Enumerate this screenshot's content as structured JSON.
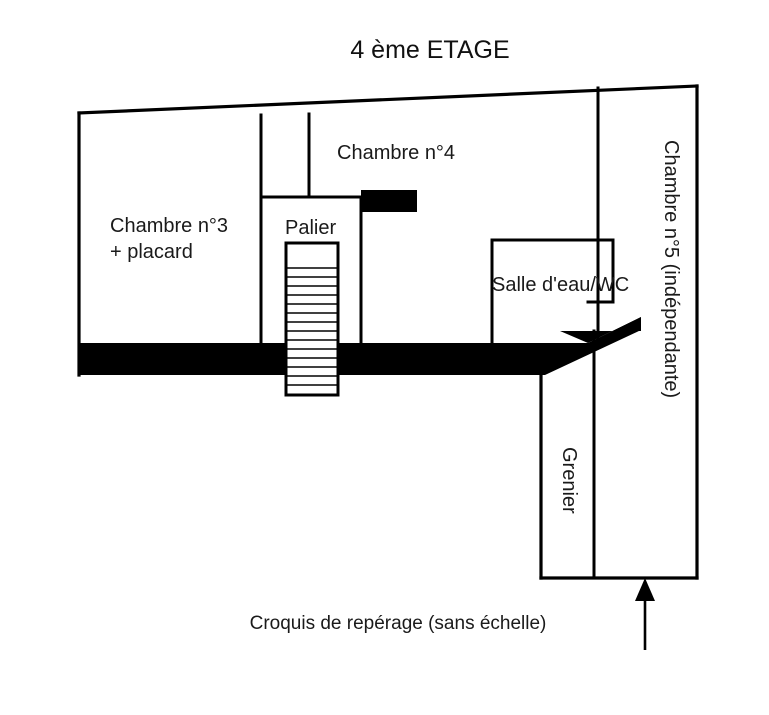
{
  "document": {
    "title": "4 ème ETAGE",
    "caption": "Croquis de repérage (sans échelle)"
  },
  "rooms": [
    {
      "id": "chambre-3",
      "label_line1": "Chambre n°3",
      "label_line2": "+ placard"
    },
    {
      "id": "palier",
      "label": "Palier"
    },
    {
      "id": "chambre-4",
      "label": "Chambre n°4"
    },
    {
      "id": "salle-deau-wc",
      "label": "Salle d'eau/WC"
    },
    {
      "id": "chambre-5",
      "label": "Chambre n°5 (indépendante)"
    },
    {
      "id": "grenier",
      "label": "Grenier"
    }
  ],
  "labels": {
    "chambre3_line1": "Chambre n°3",
    "chambre3_line2": "+ placard",
    "palier": "Palier",
    "chambre4": "Chambre n°4",
    "salle_deau": "Salle d'eau/WC",
    "chambre5": "Chambre n°5 (indépendante)",
    "grenier": "Grenier"
  },
  "annotations": {
    "entrance_arrow": "entrance-direction-arrow"
  },
  "colors": {
    "wall": "#000000",
    "background": "#ffffff",
    "text": "#1a1a1a",
    "solid_partition": "#000000"
  },
  "icons": {
    "staircase": "staircase-icon",
    "arrow_up": "arrow-up-icon"
  }
}
